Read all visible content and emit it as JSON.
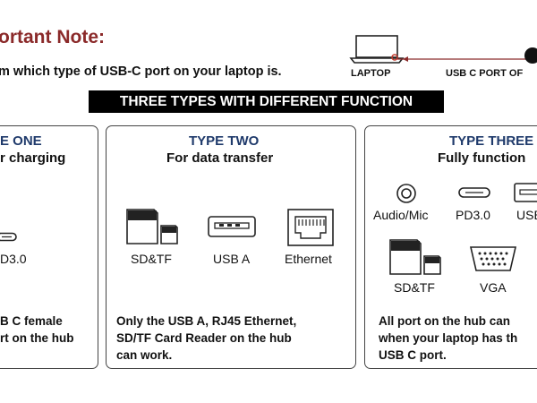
{
  "note": {
    "title": "ortant Note:",
    "text": "m which type of USB-C port on your laptop is.",
    "laptop_label": "LAPTOP",
    "port_label": "USB C PORT OF"
  },
  "banner": "THREE TYPES WITH DIFFERENT FUNCTION",
  "type_one": {
    "title": "E ONE",
    "subtitle": "r charging",
    "port": "D3.0",
    "desc": [
      "B C female",
      "rt on the hub"
    ]
  },
  "type_two": {
    "title": "TYPE TWO",
    "subtitle": "For data transfer",
    "ports": [
      "SD&TF",
      "USB A",
      "Ethernet"
    ],
    "desc": [
      "Only the USB A, RJ45 Ethernet,",
      "SD/TF Card Reader on the hub",
      "can work."
    ]
  },
  "type_three": {
    "title": "TYPE THREE",
    "subtitle": "Fully function",
    "ports": [
      "Audio/Mic",
      "PD3.0",
      "USB",
      "SD&TF",
      "VGA"
    ],
    "desc": [
      "All port on the hub can",
      "when your laptop has th",
      "USB C port."
    ]
  },
  "colors": {
    "note_title": "#8b2a2a",
    "type_title": "#1f3a6b",
    "banner_bg": "#000000"
  }
}
